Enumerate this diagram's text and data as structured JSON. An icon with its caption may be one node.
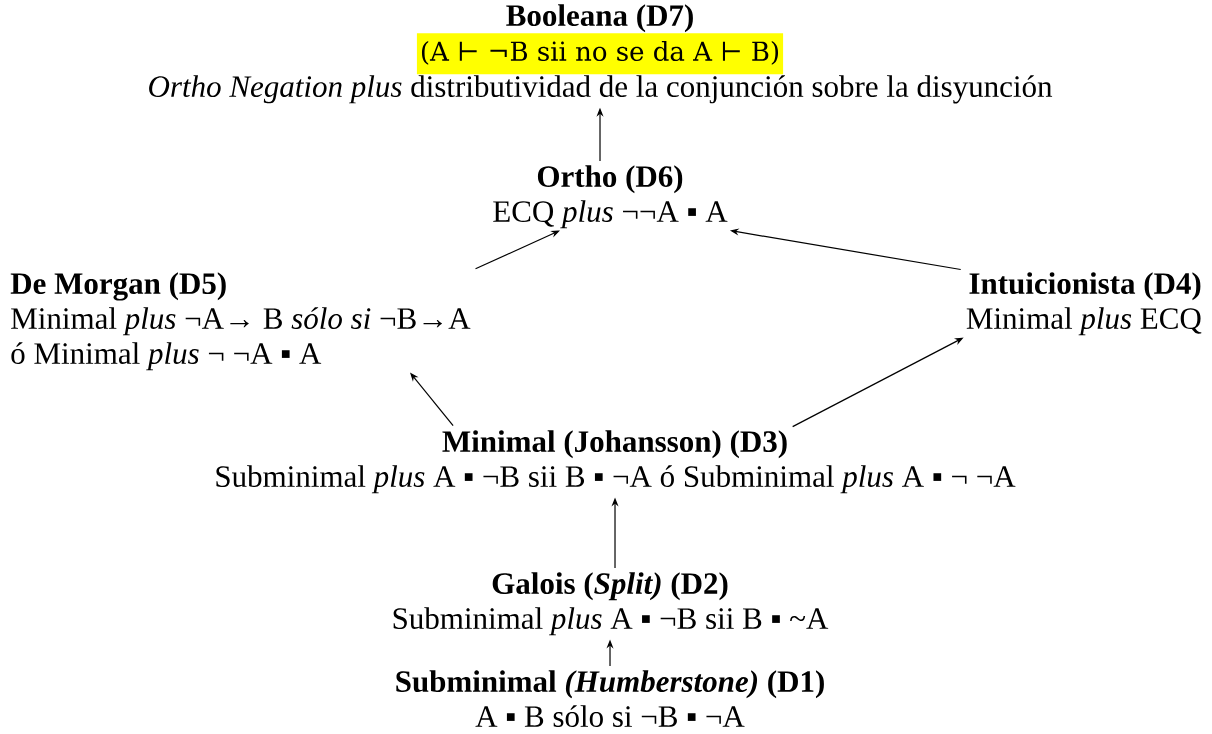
{
  "diagram": {
    "nodes": [
      {
        "text": [
          "Booleana (D7)",
          "(A ⊢ ¬B  sii no se da A ⊢ B)",
          "*Ortho Negation  plus*  distributividad de la conjunción sobre la disyunción"
        ]
      },
      {
        "text": [
          "Ortho (D6)",
          "ECQ *plus* ¬¬A ▪ A"
        ]
      },
      {
        "text": [
          "De Morgan (D5)",
          "Minimal *plus* ¬A→ B *sólo si* ¬B→A",
          "ó Minimal *plus* ¬ ¬A ▪ A"
        ]
      },
      {
        "text": [
          "Intuicionista (D4)",
          "Minimal *plus* ECQ"
        ]
      },
      {
        "text": [
          "Minimal (Johansson) (D3)",
          "Subminimal *plus* A ▪ ¬B sii B ▪ ¬A ó Subminimal *plus* A ▪ ¬ ¬A"
        ]
      },
      {
        "text": [
          "Galois (*Split)* (D2)",
          "Subminimal *plus* A ▪ ¬B sii B ▪ ~A"
        ]
      },
      {
        "text": [
          "Subminimal *(Humberstone)* (D1)",
          "A ▪ B sólo si ¬B ▪ ¬A"
        ]
      }
    ],
    "edges": [
      {
        "from": 6,
        "to": 5,
        "arrow": "to"
      },
      {
        "from": 5,
        "to": 4,
        "arrow": "to"
      },
      {
        "from": 4,
        "to": 2,
        "arrow": "to"
      },
      {
        "from": 4,
        "to": 3,
        "arrow": "to"
      },
      {
        "from": 2,
        "to": 1,
        "arrow": "to"
      },
      {
        "from": 3,
        "to": 1,
        "arrow": "to"
      },
      {
        "from": 1,
        "to": 0,
        "arrow": "to"
      }
    ]
  }
}
